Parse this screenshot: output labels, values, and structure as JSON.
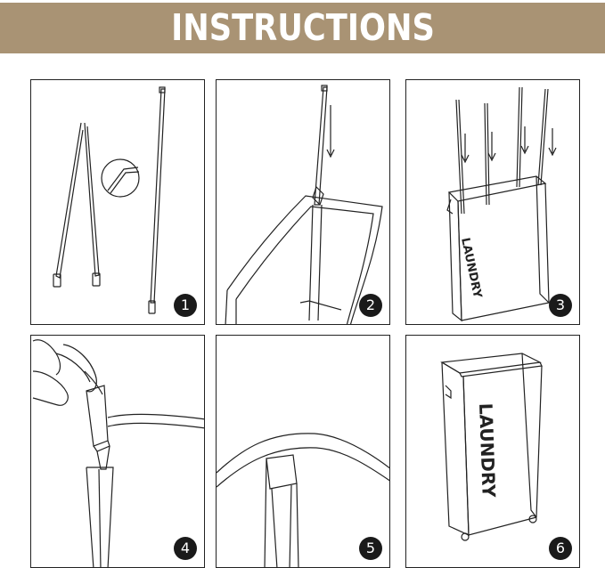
{
  "header": {
    "title": "INSTRUCTIONS"
  },
  "steps": [
    {
      "number": "1"
    },
    {
      "number": "2"
    },
    {
      "number": "3",
      "basket_label": "LAUNDRY"
    },
    {
      "number": "4"
    },
    {
      "number": "5"
    },
    {
      "number": "6",
      "basket_label": "LAUNDRY"
    }
  ],
  "colors": {
    "banner": "#a99374",
    "banner_text": "#ffffff",
    "badge": "#1a1a1a",
    "line": "#222222"
  }
}
